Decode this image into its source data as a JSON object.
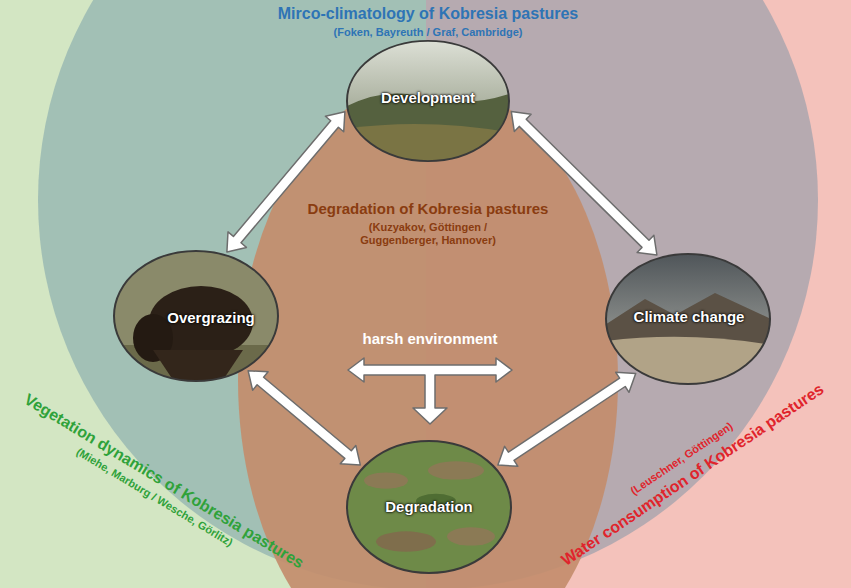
{
  "diagram": {
    "nodes": [
      {
        "text": [
          "Mirco-climatology of Kobresia pastures",
          "(Foken, Bayreuth / Graf, Cambridge)"
        ]
      },
      {
        "text": [
          "Development"
        ]
      },
      {
        "text": [
          "Overgrazing"
        ]
      },
      {
        "text": [
          "Degradation of Kobresia pastures",
          "(Kuzyakov, Göttingen / Guggenberger, Hannover)",
          "harsh environment"
        ]
      },
      {
        "text": [
          "Climate change"
        ]
      },
      {
        "text": [
          "Vegetation dynamics of Kobresia pastures",
          "(Miehe, Marburg / Wesche, Görlitz)"
        ]
      },
      {
        "text": [
          "Water consumption of Kobresia pastures",
          "(Leuschner, Göttingen)"
        ]
      },
      {
        "text": [
          "Degradation"
        ]
      }
    ],
    "edges": [
      {
        "from": 1,
        "to": 2,
        "arrow": "both"
      },
      {
        "from": 1,
        "to": 4,
        "arrow": "both"
      },
      {
        "from": 2,
        "to": 7,
        "arrow": "both"
      },
      {
        "from": 4,
        "to": 7,
        "arrow": "both"
      }
    ]
  }
}
